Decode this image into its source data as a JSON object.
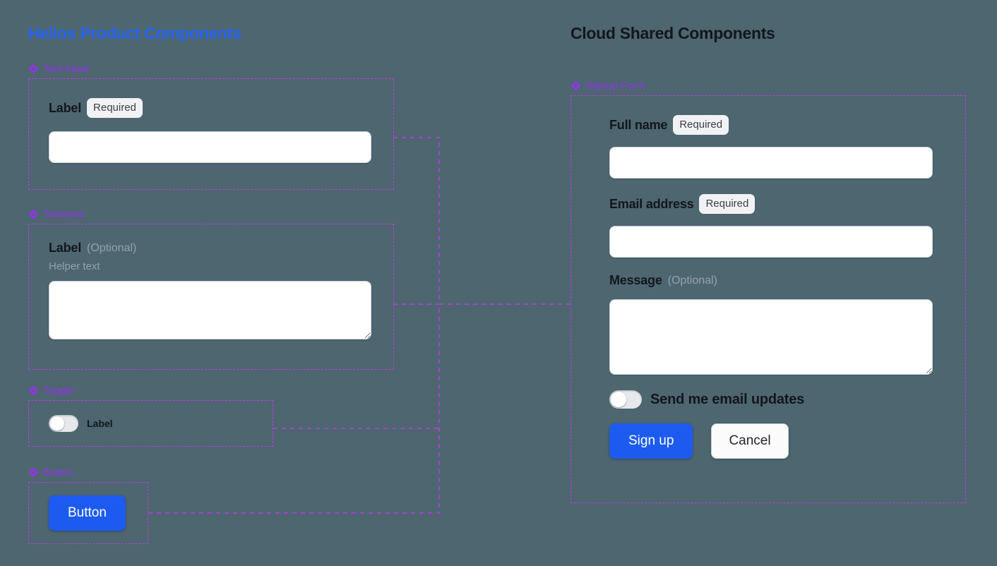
{
  "background_color": "#4d6670",
  "accent_colors": {
    "left_title": "#2563f5",
    "right_title": "#13161c",
    "section_tag": "#9333ea",
    "dashed_border": "#c03ae8",
    "primary_button": "#1d5bf0",
    "badge_background": "#f1f2f4",
    "muted_text": "#93a3ab"
  },
  "left_column": {
    "title": "Helios Product Components",
    "sections": [
      {
        "icon": "layers-icon",
        "tag": "Text Input",
        "field": {
          "label": "Label",
          "badge": "Required",
          "input_value": "",
          "input_placeholder": ""
        }
      },
      {
        "icon": "layers-icon",
        "tag": "Textarea",
        "field": {
          "label": "Label",
          "optional": "(Optional)",
          "helper_text": "Helper text",
          "textarea_value": "",
          "textarea_placeholder": ""
        }
      },
      {
        "icon": "layers-icon",
        "tag": "Toggle",
        "field": {
          "toggle_label": "Label",
          "toggle_state": "off"
        }
      },
      {
        "icon": "layers-icon",
        "tag": "Button",
        "field": {
          "button_label": "Button"
        }
      }
    ]
  },
  "right_column": {
    "title": "Cloud Shared Components",
    "section": {
      "icon": "layers-icon",
      "tag": "Signup Form",
      "fields": {
        "full_name": {
          "label": "Full name",
          "badge": "Required",
          "value": "",
          "placeholder": ""
        },
        "email_address": {
          "label": "Email address",
          "badge": "Required",
          "value": "",
          "placeholder": ""
        },
        "message": {
          "label": "Message",
          "optional": "(Optional)",
          "value": "",
          "placeholder": ""
        },
        "email_updates": {
          "toggle_label": "Send me email updates",
          "toggle_state": "off"
        }
      },
      "actions": {
        "primary": "Sign up",
        "secondary": "Cancel"
      }
    }
  }
}
